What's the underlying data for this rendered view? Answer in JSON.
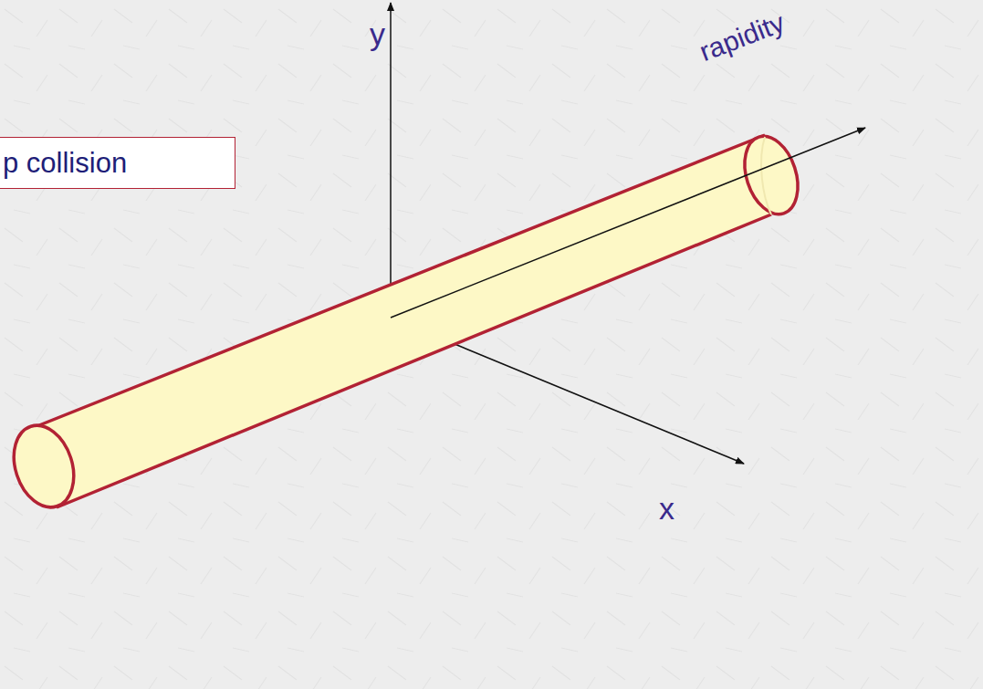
{
  "diagram": {
    "nodes": [
      {
        "text": [
          "p collision"
        ]
      }
    ],
    "labels": [
      "y",
      "rapidity",
      "x"
    ]
  }
}
